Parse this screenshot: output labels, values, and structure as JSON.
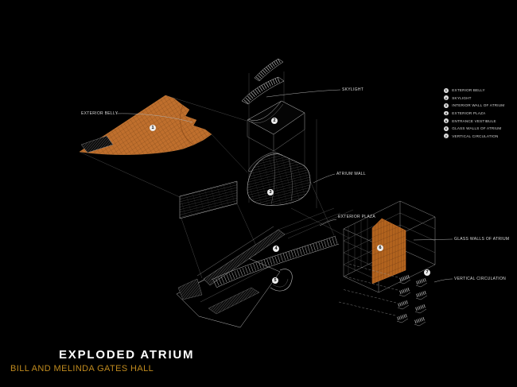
{
  "title_block": {
    "title": "EXPLODED ATRIUM",
    "subtitle": "BILL AND MELINDA GATES HALL"
  },
  "legend": {
    "items": [
      {
        "num": "1",
        "label": "EXTERIOR BELLY"
      },
      {
        "num": "2",
        "label": "SKYLIGHT"
      },
      {
        "num": "3",
        "label": "INTERIOR WALL OF ATRIUM"
      },
      {
        "num": "4",
        "label": "EXTERIOR PLAZA"
      },
      {
        "num": "5",
        "label": "ENTRANCE VESTIBULE"
      },
      {
        "num": "6",
        "label": "GLASS WALLS OF ATRIUM"
      },
      {
        "num": "7",
        "label": "VERTICAL CIRCULATION"
      }
    ]
  },
  "callouts": [
    {
      "label": "EXTERIOR BELLY"
    },
    {
      "label": "SKYLIGHT"
    },
    {
      "label": "ATRIUM WALL"
    },
    {
      "label": "EXTERIOR PLAZA"
    },
    {
      "label": "GLASS WALLS OF ATRIUM"
    },
    {
      "label": "VERTICAL CIRCULATION"
    }
  ],
  "markers": [
    "1",
    "2",
    "3",
    "4",
    "5",
    "6",
    "7"
  ],
  "colors": {
    "background": "#000000",
    "belly_orange": "#bf6f2d",
    "glass_orange": "#b2631e",
    "subtitle_gold": "#bf8a1e",
    "wireframe": "#c8c8c8"
  }
}
